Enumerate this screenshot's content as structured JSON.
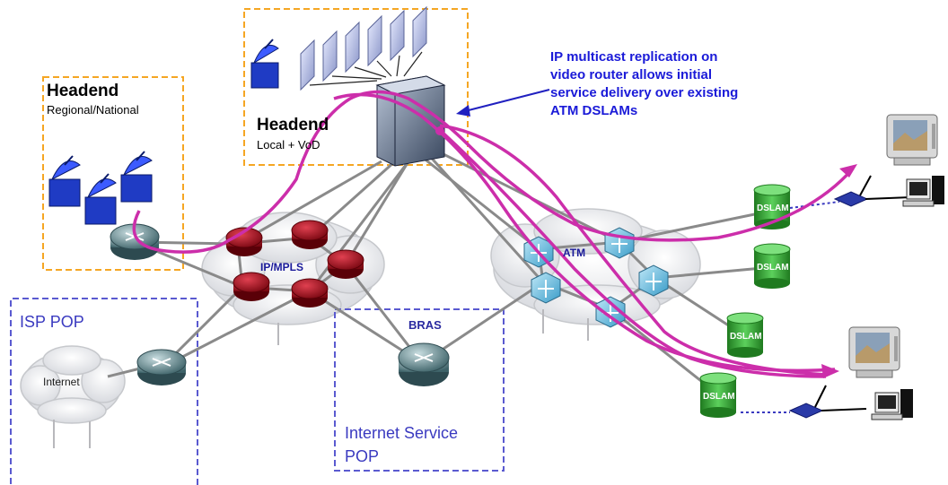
{
  "headend_regional": {
    "title": "Headend",
    "subtitle": "Regional/National"
  },
  "headend_local": {
    "title": "Headend",
    "subtitle": "Local + VoD"
  },
  "callout": {
    "lines": [
      "IP multicast replication on",
      "video router allows initial",
      "service delivery over existing",
      "ATM DSLAMs"
    ]
  },
  "clouds": {
    "ipmpls": "IP/MPLS",
    "atm": "ATM",
    "internet": "Internet"
  },
  "isp_pop": {
    "label": "ISP POP"
  },
  "internet_service_pop": {
    "bras": "BRAS",
    "line1": "Internet Service",
    "line2": "POP"
  },
  "dslam_label": "DSLAM",
  "colors": {
    "headend_border": "#f5a623",
    "pop_border": "#5a5ad0",
    "multicast_path": "#cc2eaa",
    "router_red": "#b01020",
    "router_gray": "#5f8a90",
    "atm_switch": "#6fbfe0",
    "dslam_green": "#3aa83a",
    "callout_text": "#1a1ad8"
  }
}
